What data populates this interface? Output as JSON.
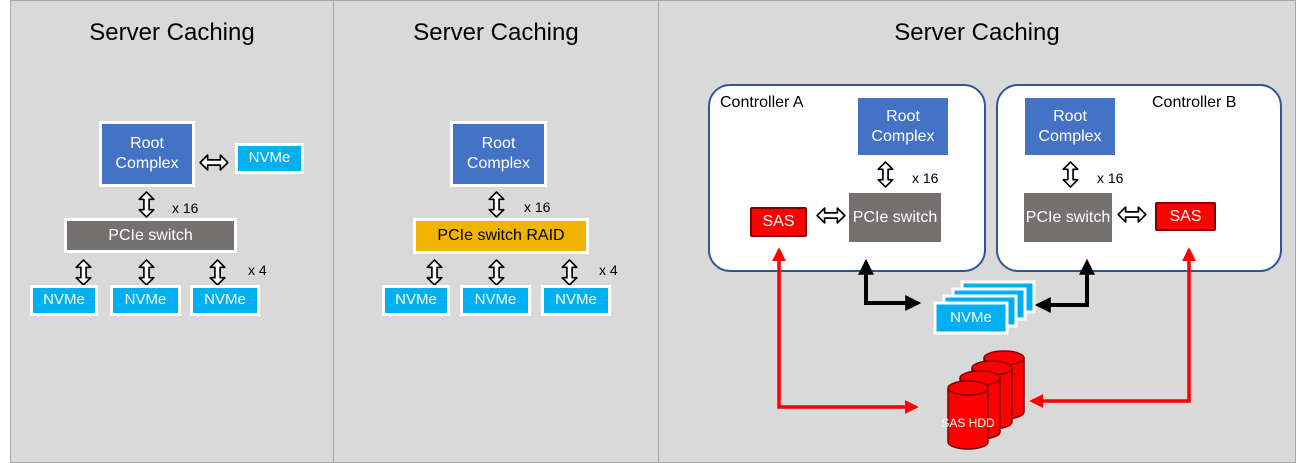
{
  "panels": [
    {
      "title": "Server Caching",
      "root_complex": "Root Complex",
      "root_nvme": "NVMe",
      "lane_label": "x 16",
      "switch": "PCIe switch",
      "fanout_label": "x 4",
      "nvme": [
        "NVMe",
        "NVMe",
        "NVMe"
      ]
    },
    {
      "title": "Server Caching",
      "root_complex": "Root Complex",
      "lane_label": "x 16",
      "switch": "PCIe switch RAID",
      "fanout_label": "x 4",
      "nvme": [
        "NVMe",
        "NVMe",
        "NVMe"
      ]
    },
    {
      "title": "Server Caching",
      "controller_a": {
        "label": "Controller A",
        "root_complex": "Root Complex",
        "lane_label": "x 16",
        "switch": "PCIe switch",
        "sas": "SAS"
      },
      "controller_b": {
        "label": "Controller B",
        "root_complex": "Root Complex",
        "lane_label": "x 16",
        "switch": "PCIe switch",
        "sas": "SAS"
      },
      "shared_nvme": "NVMe",
      "hdd": "SAS HDD"
    }
  ],
  "colors": {
    "panel_bg": "#d9d9d9",
    "root_complex": "#4472c4",
    "nvme": "#00b0f0",
    "switch": "#767171",
    "raid": "#f0b400",
    "sas": "#ff0000",
    "controller_border": "#2f5597"
  }
}
